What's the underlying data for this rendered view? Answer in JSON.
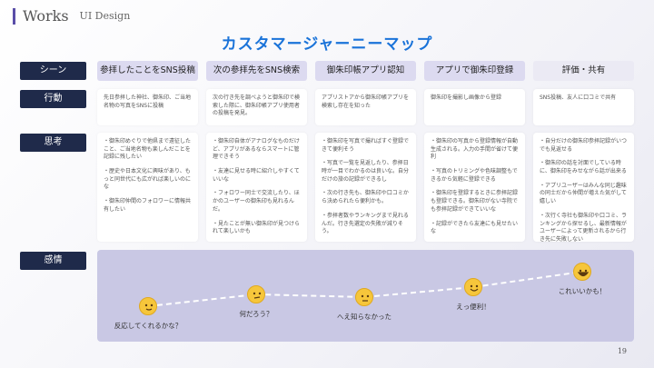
{
  "brand": {
    "works": "Works",
    "subtitle": "UI Design"
  },
  "title": "カスタマージャーニーマップ",
  "rows": {
    "scene": "シーン",
    "action": "行動",
    "thought": "思考",
    "emotion": "感情"
  },
  "scenes": [
    "参拝したことをSNS投稿",
    "次の参拝先をSNS検索",
    "御朱印帳アプリ認知",
    "アプリで御朱印登録",
    "評価・共有"
  ],
  "actions": [
    "先日参拝した神社、御朱印、ご当地名物の写真をSNSに投稿",
    "次の行き先を調べようと御朱印で検索した際に、御朱印帳アプリ使用者の投稿を発見。",
    "アプリストアから御朱印帳アプリを検索し存在を知った",
    "御朱印を撮影し画像から登録",
    "SNS投稿、友人に口コミで共有"
  ],
  "thoughts": [
    [
      "・御朱印めぐりで他県まで遠征したこと、ご当地名物も楽しんだことを記録に残したい",
      "・歴史や日本文化に興味があり、もっと同世代にも広がれば楽しいのにな",
      "・御朱印仲間のフォロワーに情報共有したい"
    ],
    [
      "・御朱印自体がアナログなものだけど、アプリがあるならスマートに管理できそう",
      "・友達に見せる時に紹介しやすくていいな",
      "・フォロワー同士で交流したり、ほかのユーザーの御朱印も見れるんだ。",
      "・見たことが無い御朱印が見つけられて楽しいかも"
    ],
    [
      "・御朱印を写真で撮ればすぐ登録できて便利そう",
      "・写真で一覧を見返したり、参拝日時が一目でわかるのは良いな。自分だけの旅の記録ができるし",
      "・次の行き先も、御朱印や口コミから決められたら便利かも。",
      "・参拝者数やランキングまで見れるんだ。行き先選定の失敗が減りそう。"
    ],
    [
      "・御朱印の写真から登録情報が自動生成される。入力の手間が省けて便利",
      "・写真のトリミングや色味調整もできるから気軽に登録できる",
      "・御朱印を登録するときに参拝記録も登録できる。御朱印がない寺院でも参拝記録ができていいな",
      "・記録ができたら友達にも見せたいな"
    ],
    [
      "・自分だけの御朱印参拝記録がいつでも見返せる",
      "・御朱印の話を対面でしている時に、御朱印をみせながら話が出来る",
      "・アプリユーザーはみんな同じ趣味の同士だから仲間が増えた気がして嬉しい",
      "・次行く寺社も御朱印や口コミ、ランキングから探せるし、最新情報がユーザーによって更新されるから行き先に失敗しない"
    ]
  ],
  "emotions": [
    {
      "label": "反応してくれるかな？",
      "face": "neutral-smile",
      "level": 1
    },
    {
      "label": "何だろう？",
      "face": "thinking",
      "level": 2
    },
    {
      "label": "へえ知らなかった",
      "face": "neutral",
      "level": 2
    },
    {
      "label": "えっ便利！",
      "face": "smile",
      "level": 3
    },
    {
      "label": "これいいかも！",
      "face": "happy",
      "level": 4
    }
  ],
  "page_number": "19"
}
